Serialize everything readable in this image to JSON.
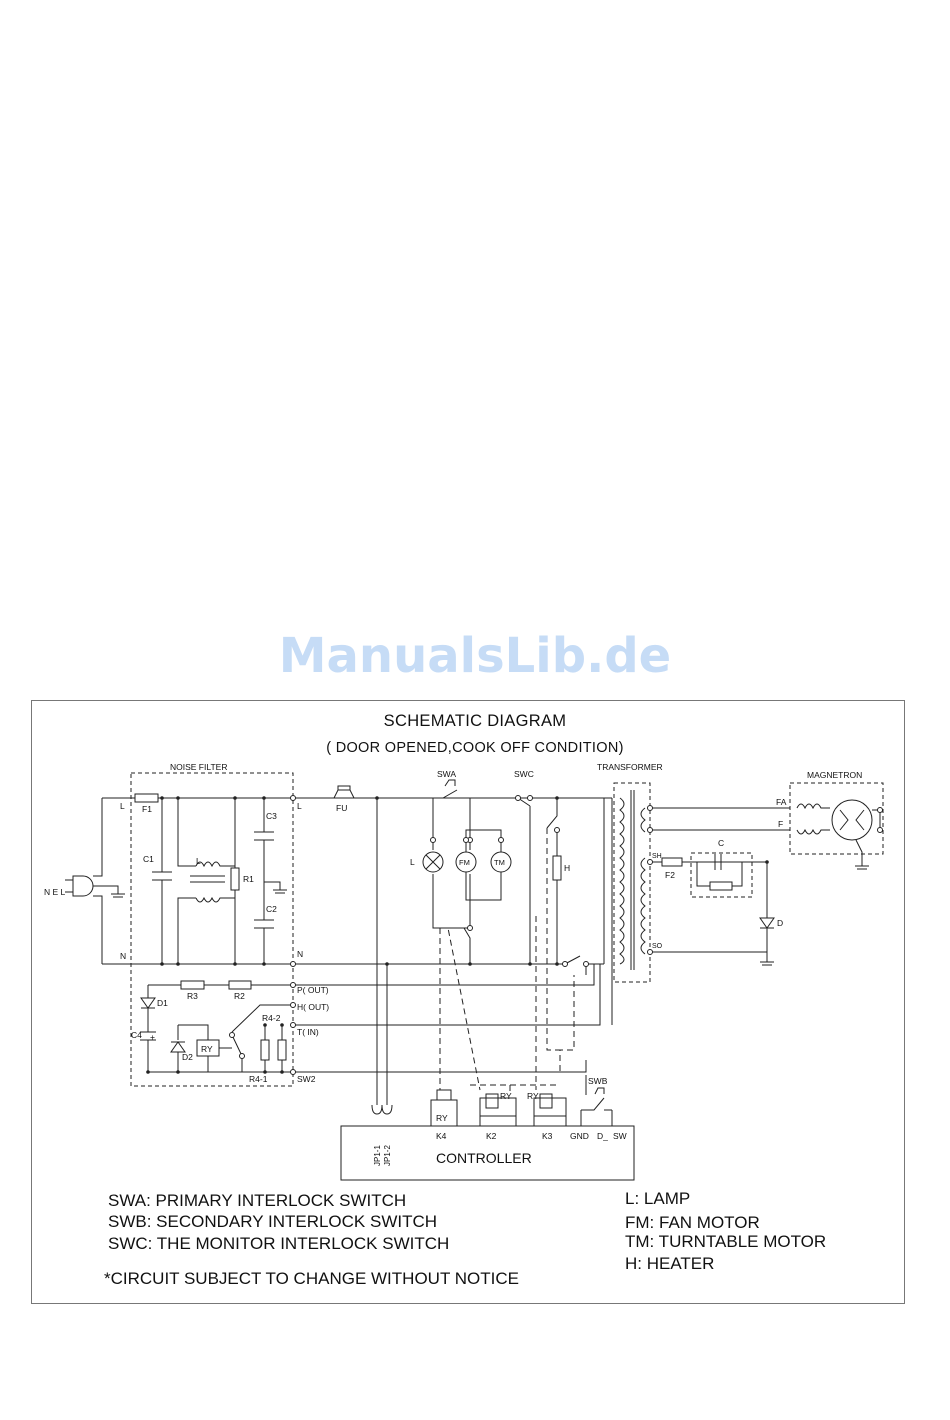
{
  "watermark": "ManualsLib.de",
  "diagram": {
    "title": "SCHEMATIC DIAGRAM",
    "subtitle": "(   DOOR OPENED,COOK OFF CONDITION)",
    "labels": {
      "noise_filter": "NOISE FILTER",
      "swa": "SWA",
      "swc": "SWC",
      "transformer": "TRANSFORMER",
      "magnetron": "MAGNETRON",
      "l_in": "L",
      "f1": "F1",
      "c1": "C1",
      "coil_l": "L",
      "c3": "C3",
      "r1": "R1",
      "c2": "C2",
      "l_out": "L",
      "n_in": "N",
      "n_out": "N",
      "fu": "FU",
      "nel": "N E L",
      "lamp": "L",
      "fm": "FM",
      "tm": "TM",
      "h": "H",
      "fa": "FA",
      "f": "F",
      "sh": "SH",
      "so": "SO",
      "c": "C",
      "f2": "F2",
      "d": "D",
      "d1": "D1",
      "r3": "R3",
      "r2": "R2",
      "p_out": "P(   OUT)",
      "h_out": "H(   OUT)",
      "r4_2": "R4-2",
      "t_in": "T(   IN)",
      "c4": "C4",
      "plus": "+",
      "d2": "D2",
      "ry_relay": "RY",
      "r4_1": "R4-1",
      "sw2": "SW2",
      "swb": "SWB",
      "ry_k4": "RY",
      "ry_k2": "RY",
      "ry_k3": "RY",
      "k4": "K4",
      "k2": "K2",
      "k3": "K3",
      "gnd": "GND",
      "d_": "D_",
      "sw": "SW",
      "jp1_1": "JP1-1",
      "jp1_2": "JP1-2",
      "controller": "CONTROLLER"
    }
  },
  "legend": {
    "swa": "SWA: PRIMARY INTERLOCK SWITCH",
    "swb": "SWB: SECONDARY INTERLOCK SWITCH",
    "swc": "SWC: THE MONITOR INTERLOCK SWITCH",
    "note": "*CIRCUIT SUBJECT TO CHANGE WITHOUT NOTICE",
    "lamp": "L: LAMP",
    "fm": "FM: FAN MOTOR",
    "tm": "TM: TURNTABLE MOTOR",
    "h": "H: HEATER"
  }
}
